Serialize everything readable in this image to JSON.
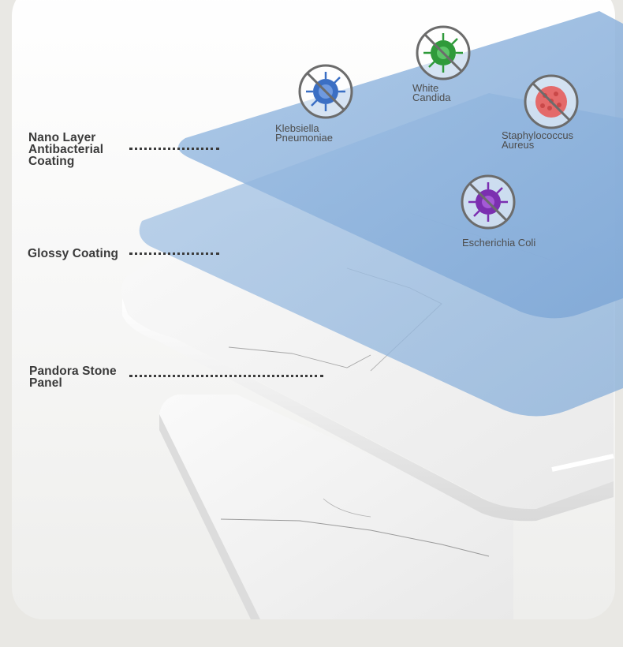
{
  "layers": [
    {
      "label": "Nano Layer\nAntibacterial\nCoating"
    },
    {
      "label": "Glossy Coating"
    },
    {
      "label": "Pandora Stone\nPanel"
    }
  ],
  "bacteria": [
    {
      "name": "Klebsiella\nPneumoniae",
      "icon": "klebsiella-bacterium-icon",
      "color": "#3b6fc4"
    },
    {
      "name": "White\nCandida",
      "icon": "candida-bacterium-icon",
      "color": "#2f9a3a"
    },
    {
      "name": "Staphylococcus\nAureus",
      "icon": "staphylococcus-bacterium-icon",
      "color": "#e46a6a"
    },
    {
      "name": "Escherichia Coli",
      "icon": "ecoli-bacterium-icon",
      "color": "#7b2fb0"
    }
  ],
  "colors": {
    "page_background": "#e9e8e4",
    "coating_blue": "#8fb4dc",
    "label_text": "#3a3a3a",
    "stone_white": "#f4f4f4"
  }
}
